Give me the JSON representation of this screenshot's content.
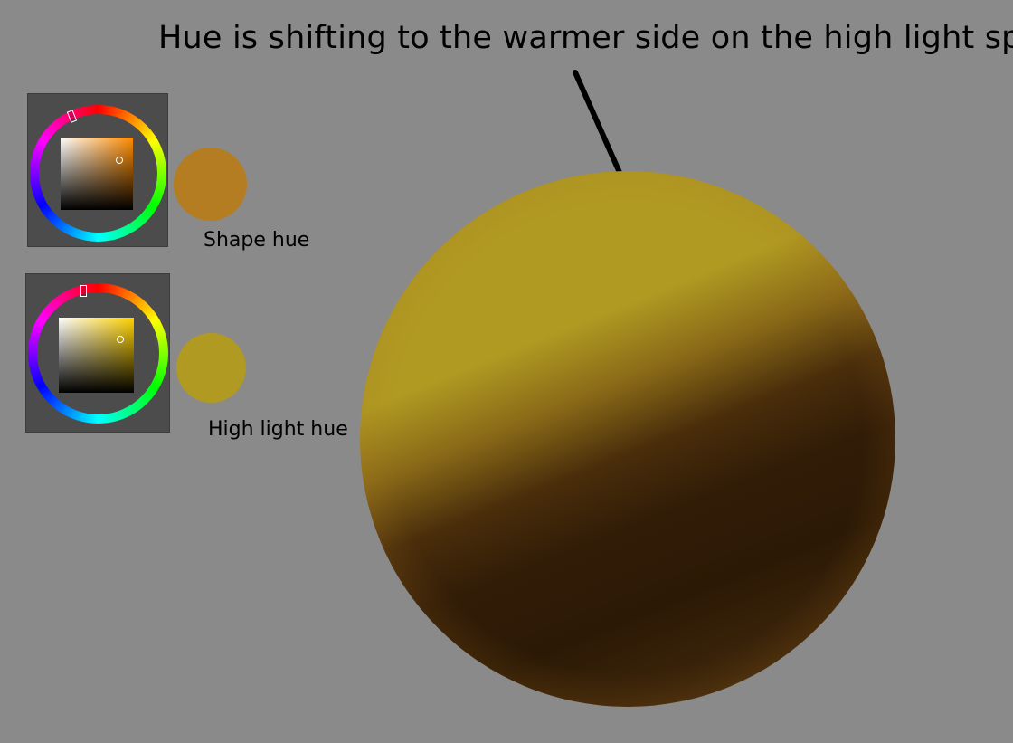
{
  "heading": "Hue is shifting to the warmer side on the high light spot",
  "swatches": [
    {
      "caption": "Shape hue",
      "color": "#b57d21"
    },
    {
      "caption": "High light hue",
      "color": "#b09a22"
    }
  ],
  "colors": {
    "background": "#8a8a8a",
    "panel": "#4c4c4c",
    "sphere_highlight": "#b09a22",
    "sphere_shadow": "#2c1905"
  },
  "icons": [
    "color-wheel-icon",
    "arrow-icon"
  ]
}
